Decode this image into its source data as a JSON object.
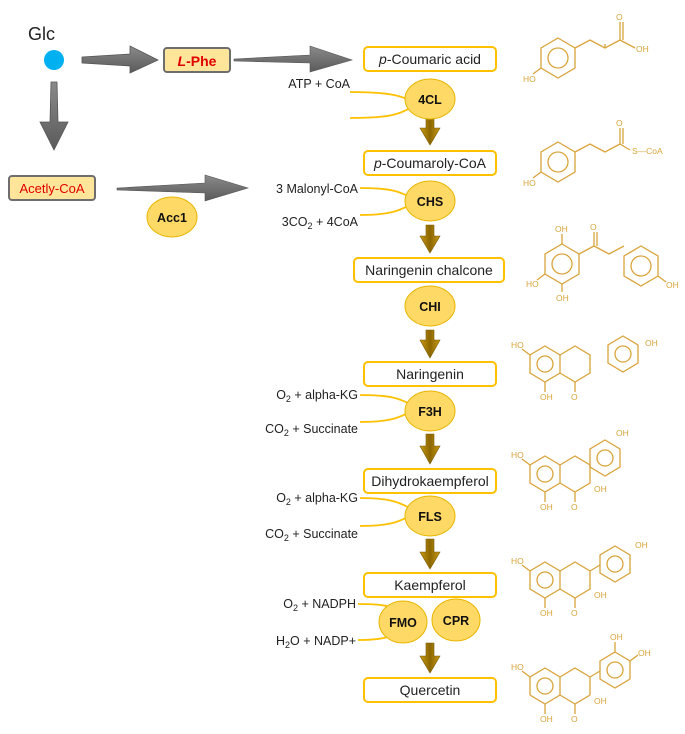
{
  "colors": {
    "gold": "#FFC000",
    "enzyme_fill": "#FFD966",
    "arrow_brown": "#A67C00",
    "arrow_gray": "#6E6E6E",
    "glc_dot": "#00B0F0",
    "red_text": "#E00000",
    "structure": "#D9A43B"
  },
  "start": {
    "glc": "Glc",
    "phe_prefix": "L",
    "phe_suffix": "-Phe",
    "acetyl": "Acetly-CoA",
    "acc1": "Acc1"
  },
  "metabolites": {
    "coumaric_prefix": "p",
    "coumaric_suffix": "-Coumaric acid",
    "coumaroyl_prefix": "p",
    "coumaroyl_suffix": "-Coumaroly-CoA",
    "chalcone": "Naringenin chalcone",
    "naringenin": "Naringenin",
    "dihydro": "Dihydrokaempferol",
    "kaempferol": "Kaempferol",
    "quercetin": "Quercetin"
  },
  "enzymes": {
    "cl4": "4CL",
    "chs": "CHS",
    "chi": "CHI",
    "f3h": "F3H",
    "fls": "FLS",
    "fmo": "FMO",
    "cpr": "CPR"
  },
  "cofactors": {
    "atp": "ATP + CoA",
    "malonyl": "3 Malonyl-CoA",
    "co2_4coa_pre": "3CO",
    "co2_4coa_sub": "2",
    "co2_4coa_post": " + 4CoA",
    "o2_pre": "O",
    "o2_sub": "2",
    "o2_post": " + alpha-KG",
    "co2_pre": "CO",
    "co2_sub": "2",
    "co2_post": " + Succinate",
    "nadph_post": " + NADPH",
    "h2o_pre": "H",
    "h2o_sub": "2",
    "h2o_post": "O + NADP+"
  },
  "structure_labels": {
    "oh": "OH",
    "ho": "HO",
    "o": "O",
    "s_coa": "S—CoA"
  }
}
